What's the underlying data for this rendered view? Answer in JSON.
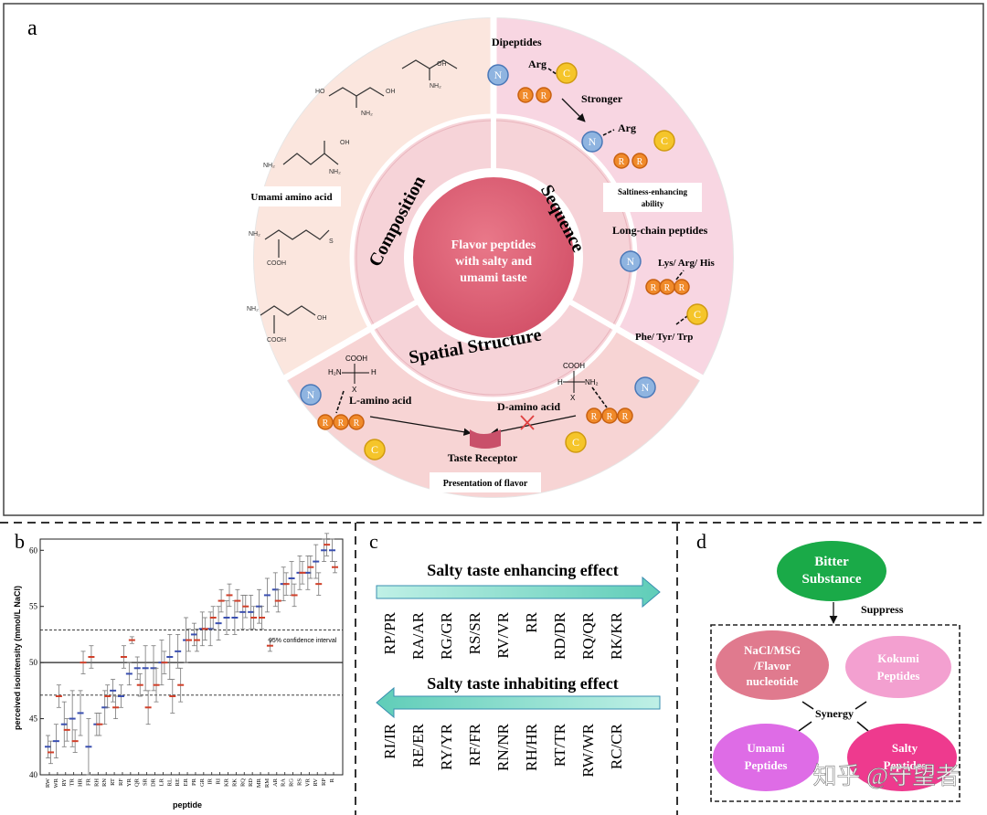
{
  "panel_a": {
    "label": "a",
    "center_lines": [
      "Flavor peptides",
      "with salty and",
      "umami taste"
    ],
    "ring": {
      "composition": "Composition",
      "sequence": "Sequence",
      "spatial": "Spatial Structure"
    },
    "composition": {
      "caption": "Umami amino acid"
    },
    "sequence": {
      "dipeptides": "Dipeptides",
      "arg1": "Arg",
      "stronger": "Stronger",
      "arg2": "Arg",
      "saltiness_box_line1": "Saltiness-enhancing",
      "saltiness_box_line2": "ability",
      "long_chain": "Long-chain peptides",
      "lys": "Lys/ Arg/ His",
      "phe": "Phe/ Tyr/ Trp"
    },
    "spatial": {
      "l_amino": "L-amino acid",
      "d_amino": "D-amino acid",
      "receptor": "Taste Receptor",
      "presentation": "Presentation of flavor"
    },
    "residues": {
      "n": "N",
      "r": "R",
      "c": "C"
    }
  },
  "panel_b": {
    "label": "b",
    "ylabel": "perceived isointensity  (mmol/L NaCl)",
    "xlabel": "peptide",
    "ci_label": "95% confidence interval"
  },
  "panel_c": {
    "label": "c",
    "enhance_title": "Salty taste enhancing effect",
    "enhance_items": [
      "RP/PR",
      "RA/AR",
      "RG/GR",
      "RS/SR",
      "RV/VR",
      "RR",
      "RD/DR",
      "RQ/QR",
      "RK/KR"
    ],
    "inhibit_title": "Salty taste inhabiting effect",
    "inhibit_items": [
      "RI/IR",
      "RE/ER",
      "RY/YR",
      "RF/FR",
      "RN/NR",
      "RH/HR",
      "RT/TR",
      "RW/WR",
      "RC/CR"
    ]
  },
  "panel_d": {
    "label": "d",
    "bitter": [
      "Bitter",
      "Substance"
    ],
    "suppress": "Suppress",
    "nacl": [
      "NaCl/MSG",
      "/Flavor",
      "nucleotide"
    ],
    "kokumi": [
      "Kokumi",
      "Peptides"
    ],
    "synergy": "Synergy",
    "umami": [
      "Umami",
      "Peptides"
    ],
    "salty": [
      "Salty",
      "Peptides"
    ]
  },
  "watermark": "知乎 @守望者",
  "chart_data": {
    "type": "scatter",
    "title": "",
    "xlabel": "peptide",
    "ylabel": "perceived isointensity  (mmol/L NaCl)",
    "ylim": [
      40,
      61
    ],
    "yticks": [
      40,
      45,
      50,
      55,
      60
    ],
    "categories": [
      "RW",
      "WR",
      "RY",
      "TR",
      "HR",
      "FR",
      "RH",
      "RN",
      "RT",
      "RF",
      "YR",
      "QR",
      "SR",
      "DR",
      "LR",
      "RL",
      "RE",
      "ER",
      "PR",
      "GR",
      "IR",
      "RI",
      "KR",
      "RK",
      "RQ",
      "RD",
      "MR",
      "RM",
      "AR",
      "RA",
      "RG",
      "RS",
      "VR",
      "RV",
      "RP",
      "R"
    ],
    "series": [
      {
        "values": [
          42.5,
          43.0,
          44.5,
          45.0,
          45.5,
          42.5,
          44.5,
          46.0,
          47.5,
          47.0,
          49.0,
          49.5,
          49.5,
          49.5,
          50.0,
          50.5,
          51.0,
          52.0,
          52.5,
          53.0,
          53.0,
          53.5,
          54.0,
          54.0,
          54.5,
          54.5,
          55.0,
          56.0,
          56.5,
          57.0,
          57.5,
          58.0,
          58.0,
          59.0,
          60.0,
          60.0
        ],
        "errors": [
          1.0,
          1.5,
          2.0,
          2.5,
          2.0,
          2.5,
          1.0,
          1.5,
          1.0,
          1.0,
          1.0,
          1.0,
          2.0,
          2.0,
          2.0,
          2.0,
          1.5,
          2.0,
          1.0,
          1.5,
          1.5,
          1.5,
          1.5,
          1.5,
          1.5,
          1.5,
          1.5,
          1.5,
          1.5,
          1.5,
          1.5,
          1.5,
          1.5,
          1.5,
          1.0,
          1.0
        ]
      },
      {
        "values": [
          42.0,
          47.0,
          44.0,
          43.0,
          50.0,
          50.5,
          44.5,
          47.0,
          46.0,
          50.5,
          52.0,
          48.0,
          46.0,
          48.0,
          50.0,
          47.0,
          48.0,
          52.0,
          52.0,
          53.0,
          54.0,
          55.5,
          56.0,
          55.5,
          55.0,
          54.0,
          54.0,
          51.5,
          55.5,
          57.0,
          56.0,
          58.0,
          58.5,
          57.0,
          60.5,
          58.5
        ],
        "errors": [
          1.0,
          1.0,
          1.0,
          1.0,
          1.0,
          1.0,
          1.0,
          1.0,
          1.0,
          1.0,
          0.3,
          1.0,
          1.5,
          1.5,
          1.0,
          1.5,
          1.5,
          1.0,
          1.0,
          1.0,
          1.0,
          1.0,
          1.0,
          1.0,
          1.0,
          1.0,
          1.0,
          0.5,
          1.0,
          1.0,
          1.0,
          1.0,
          1.0,
          1.0,
          1.0,
          0.5
        ]
      }
    ],
    "reference_lines": [
      50,
      47.1,
      52.9
    ],
    "colors": {
      "series1": "#3a4fb0",
      "series2": "#d0402a"
    }
  }
}
